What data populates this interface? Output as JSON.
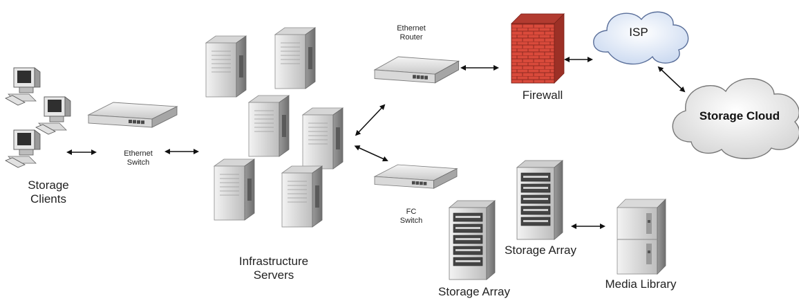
{
  "labels": {
    "storage_clients": "Storage\nClients",
    "ethernet_switch": "Ethernet\nSwitch",
    "infrastructure_servers": "Infrastructure\nServers",
    "ethernet_router": "Ethernet\nRouter",
    "firewall": "Firewall",
    "isp": "ISP",
    "storage_cloud": "Storage Cloud",
    "fc_switch": "FC\nSwitch",
    "storage_array_1": "Storage Array",
    "storage_array_2": "Storage Array",
    "media_library": "Media Library"
  },
  "colors": {
    "server_light": "#e6e6e6",
    "server_dark": "#8c8c8c",
    "cloud_fill": "#dde8f7",
    "firewall_brick": "#d8453a",
    "arrow": "#111111"
  },
  "icons": [
    "desktop-computer-icon",
    "network-switch-icon",
    "tower-server-icon",
    "router-icon",
    "firewall-icon",
    "cloud-icon",
    "storage-array-icon",
    "tape-library-icon"
  ]
}
